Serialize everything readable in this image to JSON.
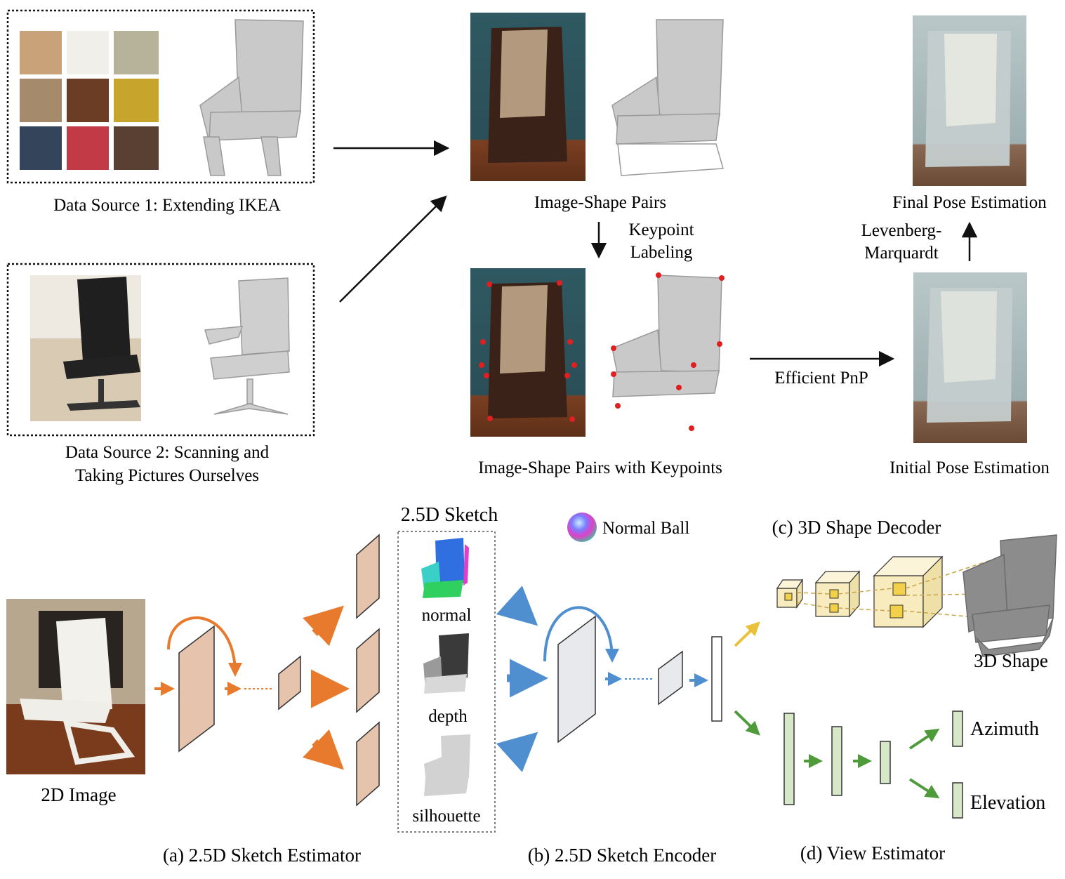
{
  "top": {
    "source1_caption": "Data Source 1: Extending IKEA",
    "source2_caption_line1": "Data Source 2: Scanning and",
    "source2_caption_line2": "Taking Pictures Ourselves",
    "pairs_caption": "Image-Shape Pairs",
    "keypoint_line1": "Keypoint",
    "keypoint_line2": "Labeling",
    "pairs_kp_caption": "Image-Shape Pairs with Keypoints",
    "pnp_label": "Efficient PnP",
    "initial_pose_caption": "Initial Pose Estimation",
    "lm_line1": "Levenberg-",
    "lm_line2": "Marquardt",
    "final_pose_caption": "Final Pose Estimation"
  },
  "bottom": {
    "sketch_title": "2.5D Sketch",
    "normal_label": "normal",
    "depth_label": "depth",
    "silhouette_label": "silhouette",
    "normal_ball_label": "Normal Ball",
    "decoder_title": "(c) 3D Shape Decoder",
    "shape_label": "3D Shape",
    "azimuth_label": "Azimuth",
    "elevation_label": "Elevation",
    "image_label": "2D Image",
    "caption_a": "(a) 2.5D Sketch Estimator",
    "caption_b": "(b) 2.5D Sketch Encoder",
    "caption_d": "(d) View Estimator"
  },
  "colors": {
    "orange": "#e87a2e",
    "blue": "#4f8fd0",
    "green": "#4f9a3a",
    "yellow": "#e9c23a",
    "brown_block": "#e6c3ad",
    "gray_block": "#e7e9ec",
    "green_block": "#d6e8c8",
    "cube": "#f8ecbe"
  }
}
